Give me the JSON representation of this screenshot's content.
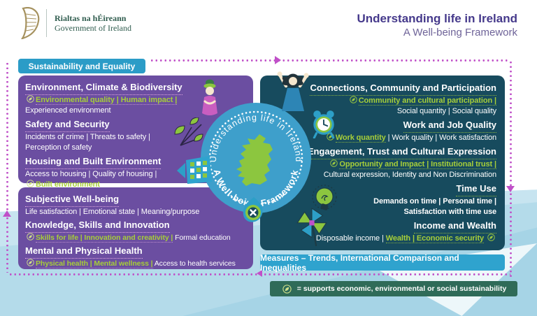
{
  "header": {
    "gov_ga": "Rialtas na hÉireann",
    "gov_en": "Government of Ireland",
    "title": "Understanding life in Ireland",
    "subtitle": "A Well-being Framework"
  },
  "banner": {
    "label": "Sustainability and Equality"
  },
  "panels": {
    "environment": {
      "h_climate": "Environment, Climate & Biodiversity",
      "t_env_green": "Environmental quality | Human impact |",
      "t_env_white": "Experienced environment",
      "h_safety": "Safety and Security",
      "t_safety1": "Incidents of crime | Threats to safety |",
      "t_safety2": "Perception of safety",
      "h_housing": "Housing and Built Environment",
      "t_housing_white": "Access to housing | Quality of housing |",
      "t_housing_green": "Built environment"
    },
    "wellbeing": {
      "h_subjective": "Subjective Well-being",
      "t_subjective": "Life satisfaction | Emotional state | Meaning/purpose",
      "h_knowledge": "Knowledge, Skills and Innovation",
      "t_knowledge_green": "Skills for life | Innovation and creativity |",
      "t_knowledge_white": "Formal education",
      "h_health": "Mental and Physical Health",
      "t_health_green": "Physical health | Mental wellness |",
      "t_health_white": "Access to health services"
    },
    "society": {
      "h_connections": "Connections, Community and Participation",
      "t_connections_green": "Community and cultural participation |",
      "t_connections_white": "Social quantity | Social quality",
      "h_work": "Work and Job Quality",
      "t_work_green": "Work quantity",
      "t_work_white": "| Work quality | Work satisfaction",
      "h_civic": "Civic Engagement, Trust and Cultural Expression",
      "t_civic_green": "Opportunity and Impact | Institutional trust |",
      "t_civic_white": "Cultural expression, Identity and Non Discrimination",
      "h_time": "Time Use",
      "t_time1": "Demands on time | Personal time |",
      "t_time2": "Satisfaction with time use",
      "h_income": "Income and Wealth",
      "t_income_white": "Disposable income |",
      "t_income_green": "Wealth | Economic security"
    }
  },
  "badge": {
    "arc_top": "Understanding life in Ireland",
    "arc_bottom": "A Well-being Framework"
  },
  "measures": {
    "label": "Measures – Trends, International Comparison and Inequalities"
  },
  "legend": {
    "label": "= supports economic, environmental or social sustainability"
  },
  "colors": {
    "purple_panel": "#6b4ea1",
    "navy_panel": "#174b5e",
    "teal_banner": "#2b9cc7",
    "measures_bar": "#2fa3ce",
    "legend_bar": "#2f6b58",
    "green_accent": "#a6ce39",
    "map_green": "#8cc63f",
    "badge_blue": "#3e9fcb",
    "dotted_frame": "#c050c8",
    "title_purple": "#45398b",
    "logo_green": "#2f5c4e",
    "harp_gold": "#a6925f"
  },
  "icons": {
    "harp-icon": "golden harp state emblem",
    "sustainability-leaf-icon": "circled leaf sustainability marker",
    "relaxing-person-icon": "person wearing green hat",
    "falling-leaves-icon": "three drifting leaves",
    "house-icon": "house with window grid and arrow",
    "wellness-icon": "teardrop with cross mark",
    "stretching-person-icon": "person stretching arms up",
    "alarm-clock-icon": "alarm clock",
    "lightbulb-icon": "glowing lightbulb",
    "pinwheel-icon": "toy pinwheel",
    "ireland-map-icon": "green map of Ireland"
  }
}
